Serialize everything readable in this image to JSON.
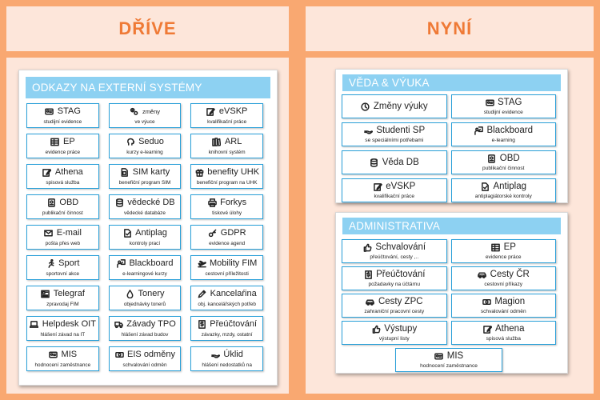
{
  "left": {
    "heading": "DŘÍVE",
    "panel_title": "ODKAZY NA EXTERNÍ SYSTÉMY",
    "tiles": [
      {
        "label": "STAG",
        "sub": "studijní evidence",
        "icon": "id-card-icon"
      },
      {
        "label": "změny",
        "sub": "ve výuce",
        "icon": "gears-icon",
        "small": true
      },
      {
        "label": "eVSKP",
        "sub": "kvalifikační práce",
        "icon": "edit-icon"
      },
      {
        "label": "EP",
        "sub": "evidence práce",
        "icon": "sheet-icon"
      },
      {
        "label": "Seduo",
        "sub": "kurzy e-learning",
        "icon": "brain-icon"
      },
      {
        "label": "ARL",
        "sub": "knihovní systém",
        "icon": "books-icon"
      },
      {
        "label": "Athena",
        "sub": "spisová služba",
        "icon": "pencil-icon"
      },
      {
        "label": "SIM karty",
        "sub": "benefiční program SIM",
        "icon": "sim-card-icon"
      },
      {
        "label": "benefity UHK",
        "sub": "benefiční program na UHK",
        "icon": "gift-icon"
      },
      {
        "label": "OBD",
        "sub": "publikační činnost",
        "icon": "book-icon"
      },
      {
        "label": "vědecké DB",
        "sub": "vědecké databáze",
        "icon": "database-icon"
      },
      {
        "label": "Forkys",
        "sub": "tiskové úlohy",
        "icon": "printer-icon"
      },
      {
        "label": "E-mail",
        "sub": "pošta přes web",
        "icon": "envelope-icon"
      },
      {
        "label": "Antiplag",
        "sub": "kontroly prací",
        "icon": "doc-check-icon"
      },
      {
        "label": "GDPR",
        "sub": "evidence agend",
        "icon": "key-icon"
      },
      {
        "label": "Sport",
        "sub": "sportovní akce",
        "icon": "runner-icon"
      },
      {
        "label": "Blackboard",
        "sub": "e-learningové kurzy",
        "icon": "teacher-icon"
      },
      {
        "label": "Mobility FIM",
        "sub": "cestovní příležitosti",
        "icon": "plane-icon"
      },
      {
        "label": "Telegraf",
        "sub": "zpravodaj FIM",
        "icon": "news-icon"
      },
      {
        "label": "Tonery",
        "sub": "objednávky tonerů",
        "icon": "drop-icon"
      },
      {
        "label": "Kancelaŕina",
        "sub": "obj. kancelářských potřeb",
        "icon": "pen-icon"
      },
      {
        "label": "Helpdesk OIT",
        "sub": "hlášení závad na IT",
        "icon": "laptop-icon"
      },
      {
        "label": "Závady TPO",
        "sub": "hlášení závad budov",
        "icon": "truck-icon"
      },
      {
        "label": "Přeúčtování",
        "sub": "závazky, mzdy, ostatní",
        "icon": "money-doc-icon"
      },
      {
        "label": "MIS",
        "sub": "hodnocení zaměstnance",
        "icon": "id-card-icon"
      },
      {
        "label": "EIS odměny",
        "sub": "schvalování odměn",
        "icon": "cash-icon"
      },
      {
        "label": "Úklid",
        "sub": "hlášení nedostatků na",
        "icon": "hand-icon"
      }
    ]
  },
  "right": {
    "heading": "NYNÍ",
    "science": {
      "title": "VĚDA & VÝUKA",
      "tiles": [
        {
          "label": "Změny výuky",
          "sub": "",
          "icon": "clock-icon"
        },
        {
          "label": "STAG",
          "sub": "studijní evidence",
          "icon": "id-card-icon"
        },
        {
          "label": "Studenti SP",
          "sub": "se speciálními potřebami",
          "icon": "hand-icon"
        },
        {
          "label": "Blackboard",
          "sub": "e-learning",
          "icon": "teacher-icon"
        },
        {
          "label": "Věda DB",
          "sub": "",
          "icon": "database-icon"
        },
        {
          "label": "OBD",
          "sub": "publikační činnost",
          "icon": "book-icon"
        },
        {
          "label": "eVSKP",
          "sub": "kvalifikační práce",
          "icon": "edit-icon"
        },
        {
          "label": "Antiplag",
          "sub": "antiplagiátorské kontroly",
          "icon": "doc-check-icon"
        }
      ]
    },
    "admin": {
      "title": "ADMINISTRATIVA",
      "tiles": [
        {
          "label": "Schvalování",
          "sub": "přeúčtování, cesty ,..",
          "icon": "thumbs-up-icon"
        },
        {
          "label": "EP",
          "sub": "evidence práce",
          "icon": "sheet-icon"
        },
        {
          "label": "Přeúčtování",
          "sub": "požadavky na účtárnu",
          "icon": "money-doc-icon"
        },
        {
          "label": "Cesty ČR",
          "sub": "cestovní příkazy",
          "icon": "car-icon"
        },
        {
          "label": "Cesty ZPC",
          "sub": "zahraniční pracovní cesty",
          "icon": "car-icon"
        },
        {
          "label": "Magion",
          "sub": "schvalování odměn",
          "icon": "cash-icon"
        },
        {
          "label": "Výstupy",
          "sub": "výstupní listy",
          "icon": "thumbs-up-icon"
        },
        {
          "label": "Athena",
          "sub": "spisová služba",
          "icon": "pencil-icon"
        }
      ],
      "last_tile": {
        "label": "MIS",
        "sub": "hodnocení zaměstnance",
        "icon": "id-card-icon"
      }
    }
  }
}
